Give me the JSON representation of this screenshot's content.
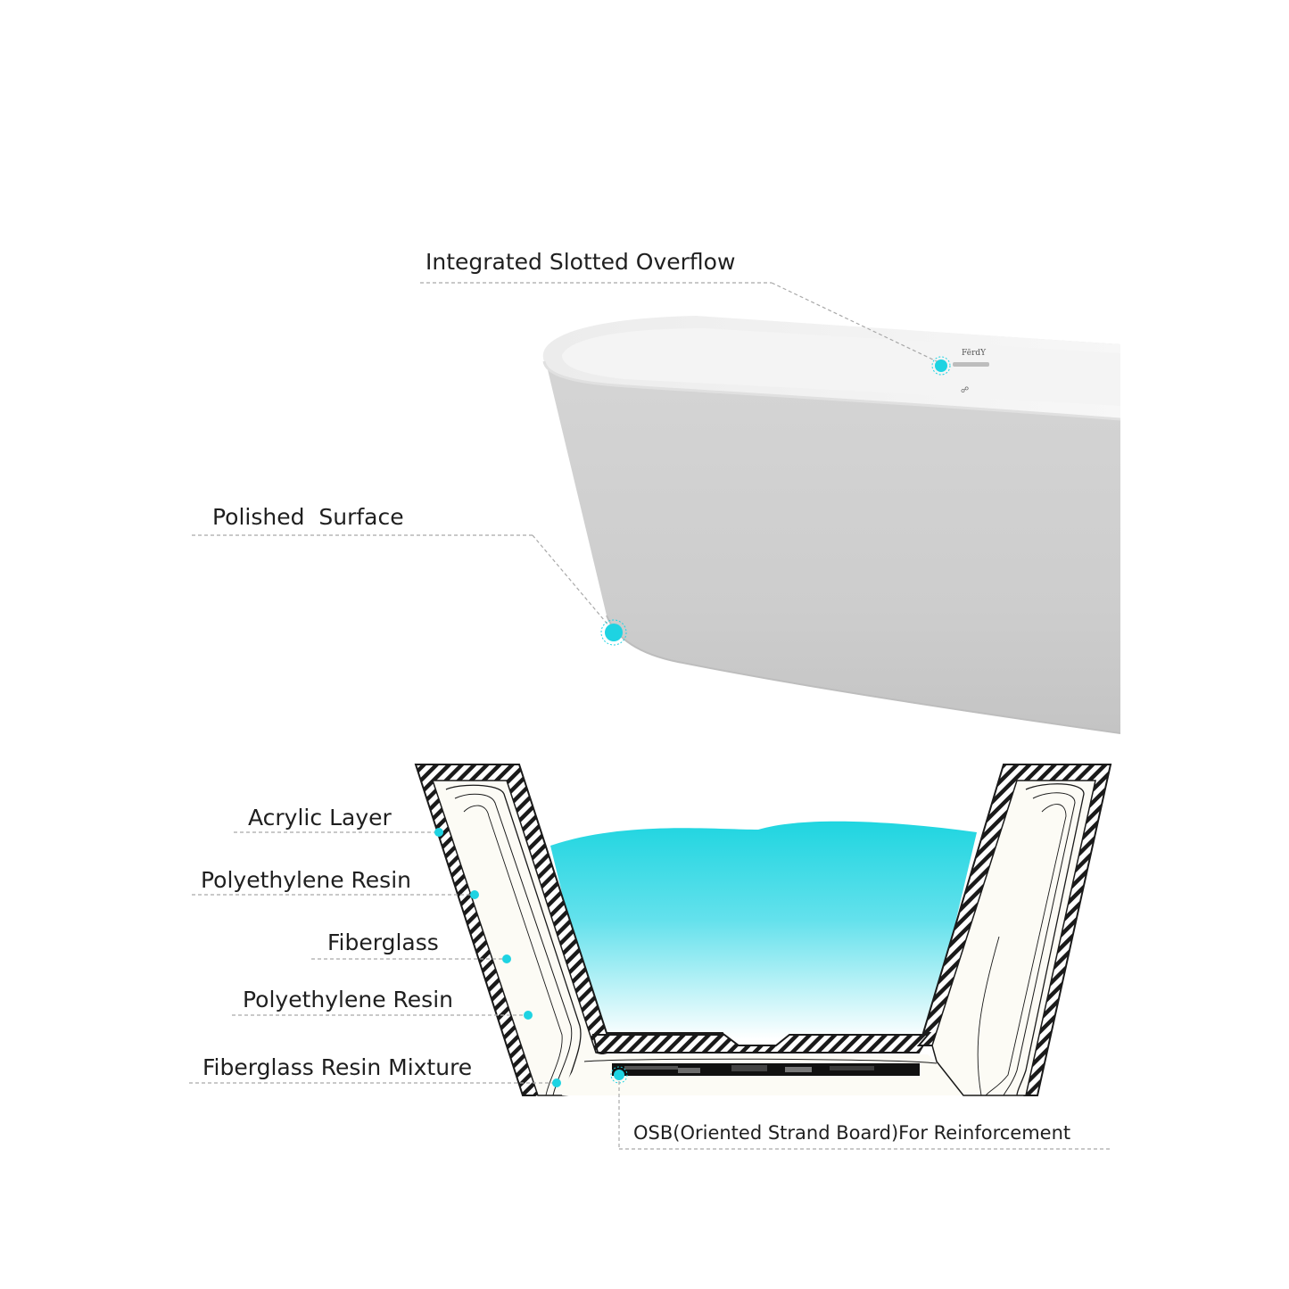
{
  "labels": {
    "overflow": "Integrated Slotted Overflow",
    "surface": "Polished  Surface",
    "acrylic": "Acrylic Layer",
    "resin1": "Polyethylene Resin",
    "fiberglass": "Fiberglass",
    "resin2": "Polyethylene Resin",
    "mixture": "Fiberglass Resin Mixture",
    "osb": "OSB(Oriented Strand Board)For Reinforcement"
  },
  "brand": "FērdY",
  "colors": {
    "accent": "#1ed3e2",
    "water_top": "#20d6e2",
    "tub_body": "#cfcfcf",
    "tub_rim": "#f2f2f2",
    "hatch": "#1a1a1a"
  }
}
